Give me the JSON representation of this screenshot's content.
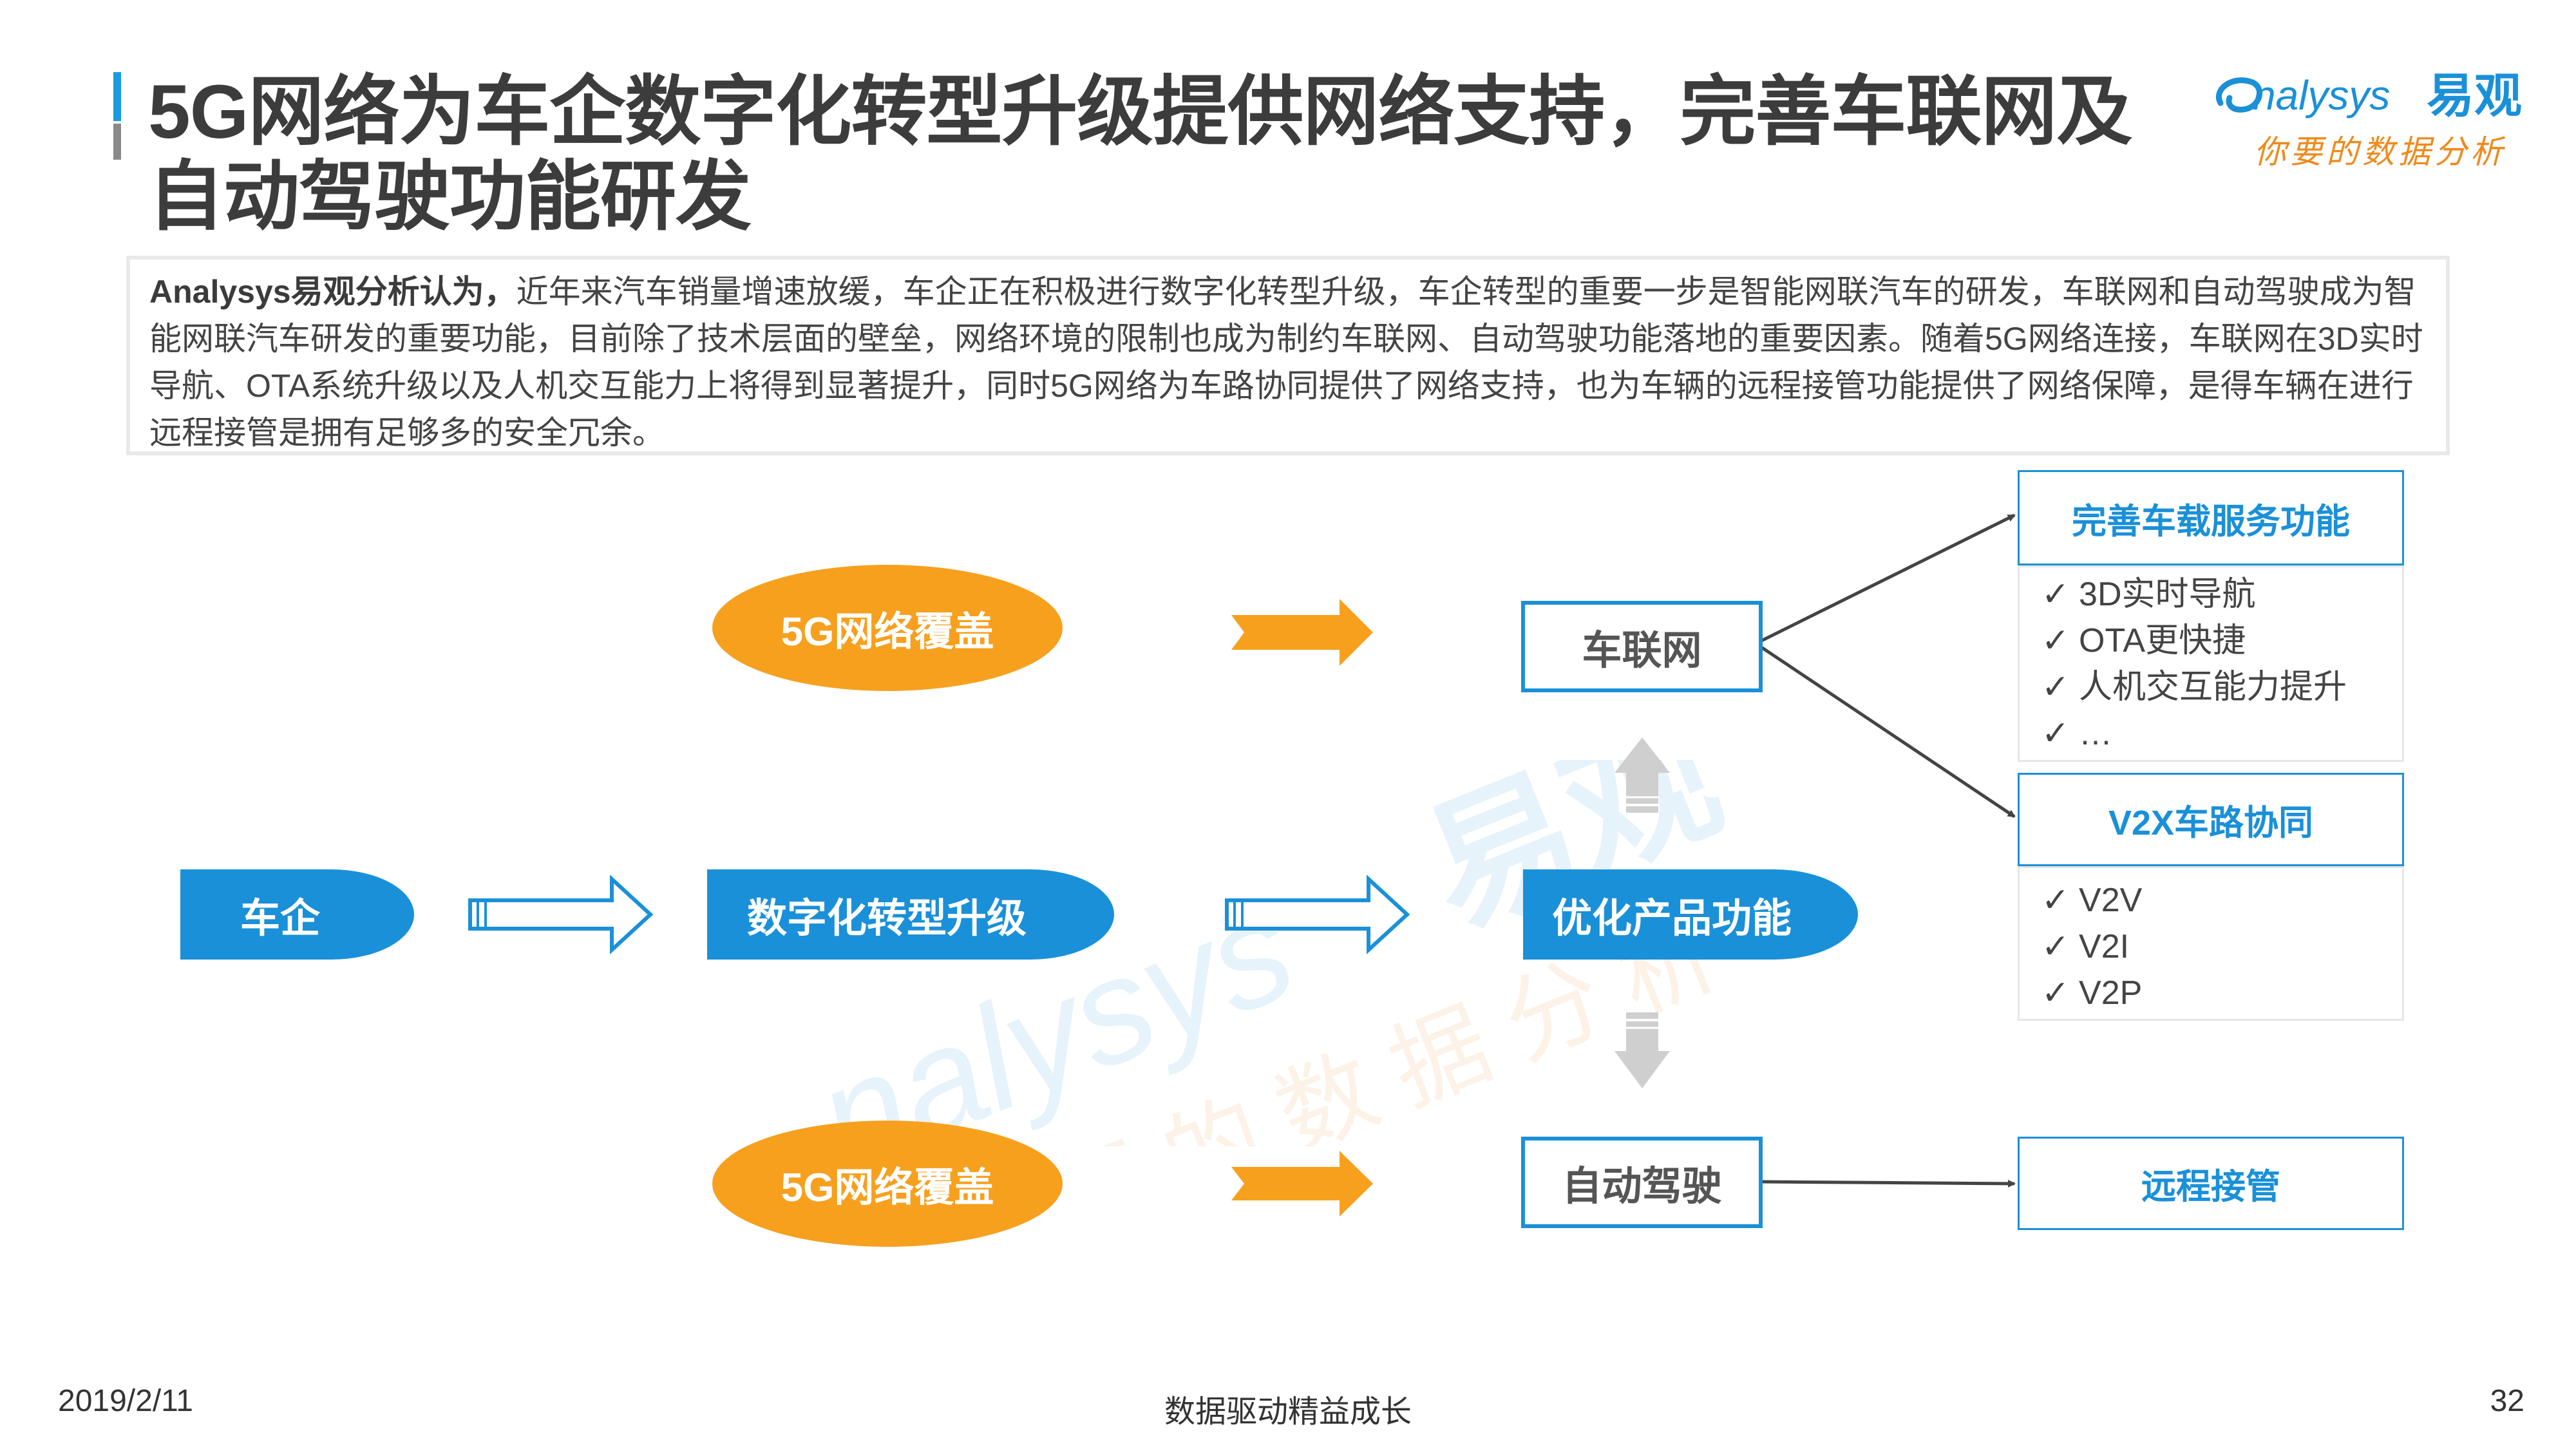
{
  "title": {
    "line1": "5G网络为车企数字化转型升级提供网络支持，完善车联网及",
    "line2": "自动驾驶功能研发"
  },
  "logo": {
    "brand_en": "nalysys",
    "brand_cn": "易观",
    "tagline": "你要的数据分析"
  },
  "summary": {
    "lead": "Analysys易观分析认为，",
    "body": "近年来汽车销量增速放缓，车企正在积极进行数字化转型升级，车企转型的重要一步是智能网联汽车的研发，车联网和自动驾驶成为智能网联汽车研发的重要功能，目前除了技术层面的壁垒，网络环境的限制也成为制约车联网、自动驾驶功能落地的重要因素。随着5G网络连接，车联网在3D实时导航、OTA系统升级以及人机交互能力上将得到显著提升，同时5G网络为车路协同提供了网络支持，也为车辆的远程接管功能提供了网络保障，是得车辆在进行远程接管是拥有足够多的安全冗余。"
  },
  "diagram": {
    "car_enterprise": "车企",
    "digital_upgrade": "数字化转型升级",
    "optimize": "优化产品功能",
    "coverage_top": "5G网络覆盖",
    "coverage_bottom": "5G网络覆盖",
    "iov": "车联网",
    "autonomous": "自动驾驶",
    "service_title": "完善车载服务功能",
    "service_items": [
      "3D实时导航",
      "OTA更快捷",
      "人机交互能力提升",
      "…"
    ],
    "v2x_title": "V2X车路协同",
    "v2x_items": [
      "V2V",
      "V2I",
      "V2P"
    ],
    "remote": "远程接管",
    "check": "✓"
  },
  "colors": {
    "blue": "#1a90d8",
    "orange": "#f7a01e",
    "gray": "#cfcfcf"
  },
  "footer": {
    "date": "2019/2/11",
    "slogan": "数据驱动精益成长",
    "page": "32"
  }
}
